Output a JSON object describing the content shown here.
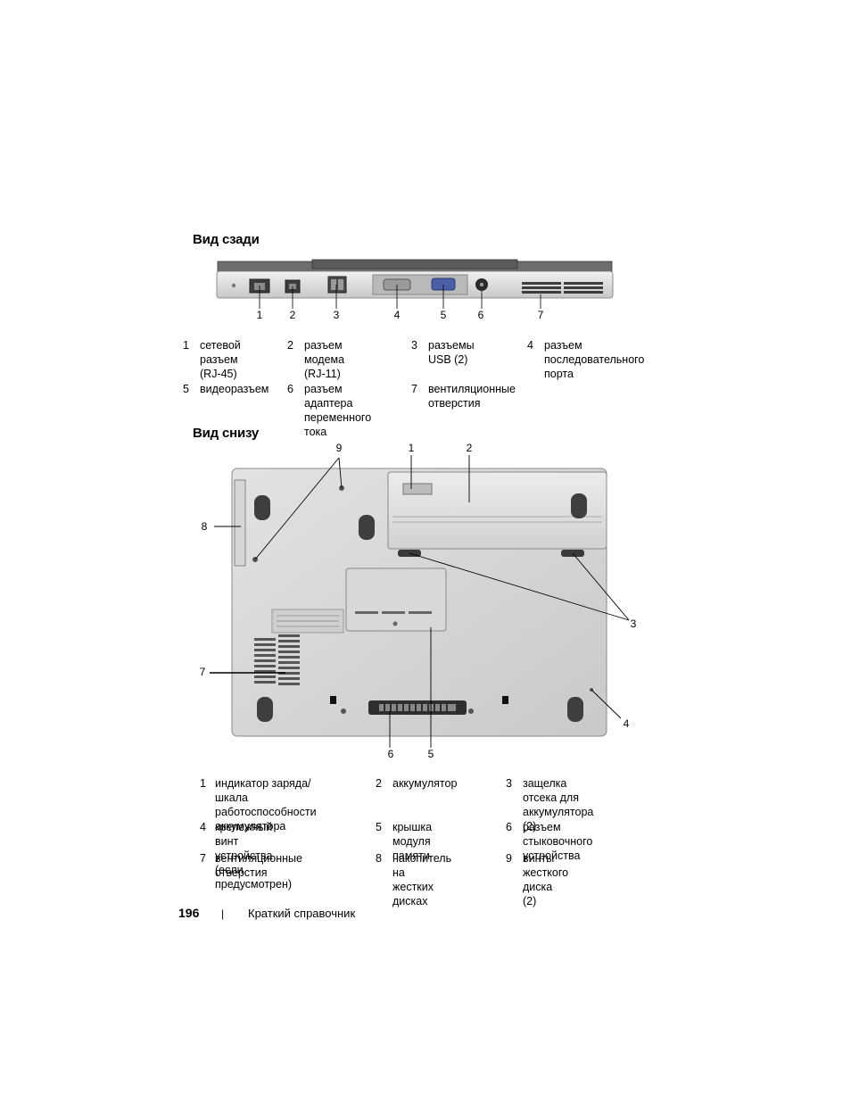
{
  "rear_view": {
    "heading": "Вид сзади",
    "callouts": [
      "1",
      "2",
      "3",
      "4",
      "5",
      "6",
      "7"
    ],
    "legend": [
      {
        "num": "1",
        "text": "сетевой\nразъем (RJ-45)"
      },
      {
        "num": "2",
        "text": "разъем модема\n(RJ-11)"
      },
      {
        "num": "3",
        "text": "разъемы\nUSB (2)"
      },
      {
        "num": "4",
        "text": "разъем\nпоследовательного\nпорта"
      },
      {
        "num": "5",
        "text": "видеоразъем"
      },
      {
        "num": "6",
        "text": "разъем адаптера\nпеременного тока"
      },
      {
        "num": "7",
        "text": "вентиляционные\nотверстия"
      }
    ]
  },
  "bottom_view": {
    "heading": "Вид снизу",
    "callouts": [
      "9",
      "1",
      "2",
      "8",
      "3",
      "7",
      "4",
      "6",
      "5"
    ],
    "legend": [
      {
        "num": "1",
        "text": "индикатор заряда/шкала\nработоспособности\nаккумулятора"
      },
      {
        "num": "2",
        "text": "аккумулятор"
      },
      {
        "num": "3",
        "text": "защелка отсека для\nаккумулятора (2)"
      },
      {
        "num": "4",
        "text": "крепежный винт устройства\n(если предусмотрен)"
      },
      {
        "num": "5",
        "text": "крышка модуля\nпамяти"
      },
      {
        "num": "6",
        "text": "разъем стыковочного\nустройства"
      },
      {
        "num": "7",
        "text": "вентиляционные отверстия"
      },
      {
        "num": "8",
        "text": "накопитель на\nжестких дисках"
      },
      {
        "num": "9",
        "text": "винты жесткого\nдиска (2)"
      }
    ]
  },
  "footer": {
    "page_number": "196",
    "separator": "|",
    "title": "Краткий справочник"
  }
}
